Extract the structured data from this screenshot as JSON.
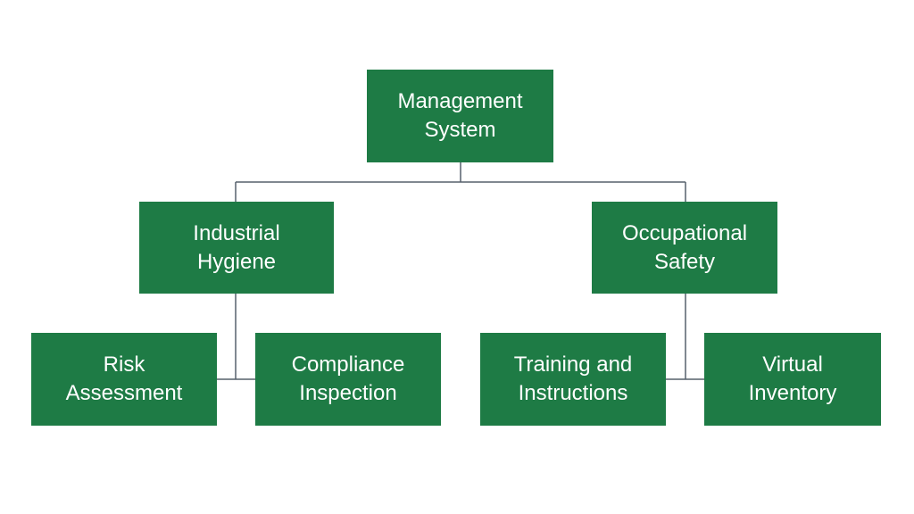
{
  "diagram": {
    "type": "org-chart",
    "box_color": "#1e7b45",
    "text_color": "#ffffff",
    "connector_color": "#56606c",
    "root": {
      "label": "Management\nSystem"
    },
    "branches": [
      {
        "label": "Industrial\nHygiene",
        "children": [
          {
            "label": "Risk\nAssessment"
          },
          {
            "label": "Compliance\nInspection"
          }
        ]
      },
      {
        "label": "Occupational\nSafety",
        "children": [
          {
            "label": "Training and\nInstructions"
          },
          {
            "label": "Virtual\nInventory"
          }
        ]
      }
    ]
  }
}
